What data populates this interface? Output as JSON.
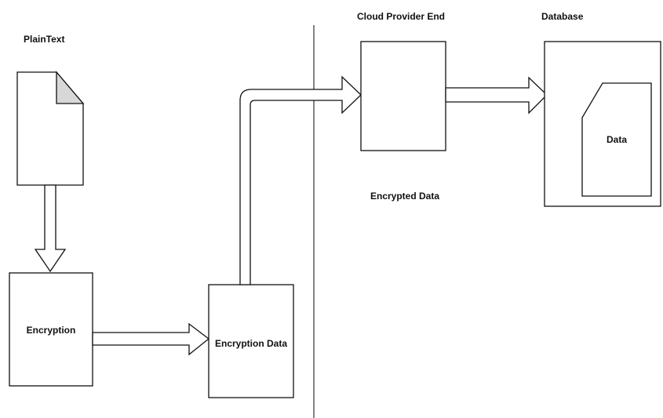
{
  "labels": {
    "plaintext": "PlainText",
    "encryption": "Encryption",
    "encryption_data": "Encryption Data",
    "cloud_provider_end": "Cloud Provider End",
    "database": "Database",
    "data": "Data",
    "encrypted_data": "Encrypted Data"
  },
  "colors": {
    "stroke": "#111111",
    "background": "#ffffff"
  }
}
